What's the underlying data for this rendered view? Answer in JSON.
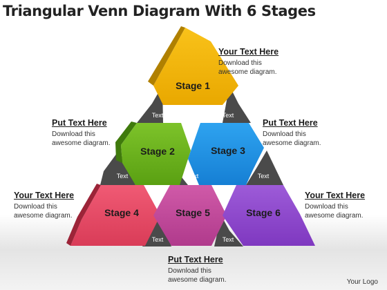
{
  "title": "Triangular Venn Diagram With 6 Stages",
  "stages": [
    {
      "label": "Stage 1",
      "color": "#f2b100"
    },
    {
      "label": "Stage 2",
      "color": "#6cb51e"
    },
    {
      "label": "Stage 3",
      "color": "#1e8fe3"
    },
    {
      "label": "Stage 4",
      "color": "#e94a66"
    },
    {
      "label": "Stage 5",
      "color": "#c2489c"
    },
    {
      "label": "Stage 6",
      "color": "#8e45cc"
    }
  ],
  "connector_label": "Text",
  "callouts": [
    {
      "heading": "Your Text Here",
      "line1": "Download this",
      "line2": "awesome diagram."
    },
    {
      "heading": "Put Text Here",
      "line1": "Download this",
      "line2": "awesome diagram."
    },
    {
      "heading": "Put Text Here",
      "line1": "Download this",
      "line2": "awesome diagram."
    },
    {
      "heading": "Your Text Here",
      "line1": "Download this",
      "line2": "awesome diagram."
    },
    {
      "heading": "Your Text Here",
      "line1": "Download this",
      "line2": "awesome diagram."
    },
    {
      "heading": "Put Text Here",
      "line1": "Download this",
      "line2": "awesome diagram."
    }
  ],
  "logo": "Your Logo"
}
